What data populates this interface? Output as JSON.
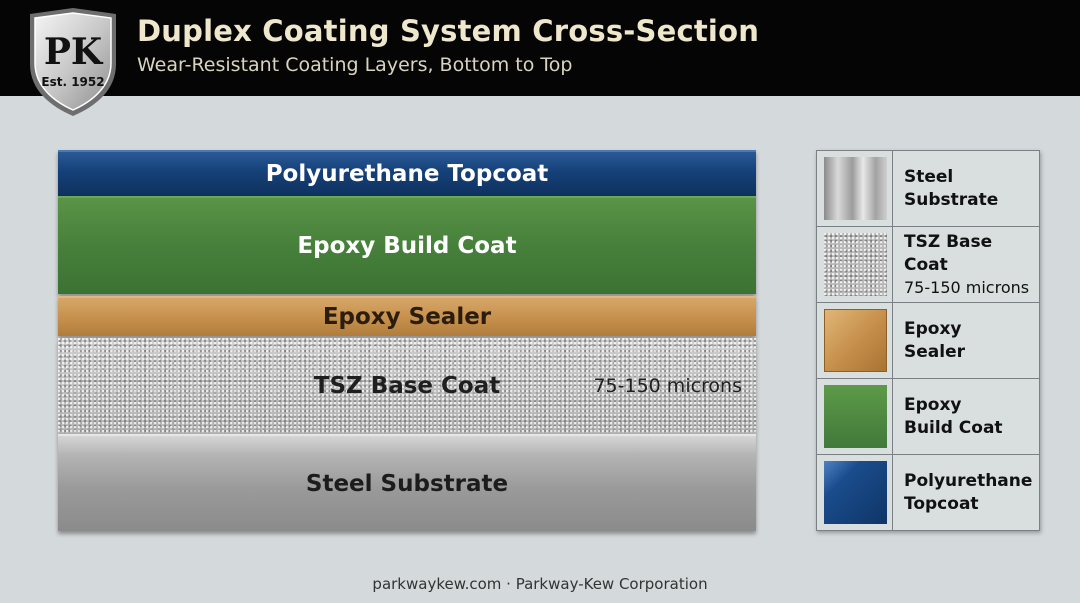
{
  "header": {
    "title": "Duplex Coating System Cross-Section",
    "subtitle": "Wear-Resistant Coating Layers, Bottom to Top"
  },
  "logo": {
    "monogram": "PK",
    "established": "Est. 1952"
  },
  "cross_section": {
    "layers": [
      {
        "name": "Polyurethane Topcoat",
        "color": "#154078"
      },
      {
        "name": "Epoxy Build Coat",
        "color": "#46803b"
      },
      {
        "name": "Epoxy Sealer",
        "color": "#c68f4b"
      },
      {
        "name": "TSZ Base Coat",
        "thickness": "75-150 microns",
        "color": "#bdbdbd"
      },
      {
        "name": "Steel Substrate",
        "color": "#9a9a9a"
      }
    ]
  },
  "legend": {
    "items": [
      {
        "name": "Steel\nSubstrate",
        "detail": ""
      },
      {
        "name": "TSZ Base Coat",
        "detail": "75-150 microns"
      },
      {
        "name": "Epoxy\nSealer",
        "detail": ""
      },
      {
        "name": "Epoxy\nBuild Coat",
        "detail": ""
      },
      {
        "name": "Polyurethane\nTopcoat",
        "detail": ""
      }
    ]
  },
  "footer": {
    "text": "parkwaykew.com · Parkway-Kew Corporation"
  }
}
